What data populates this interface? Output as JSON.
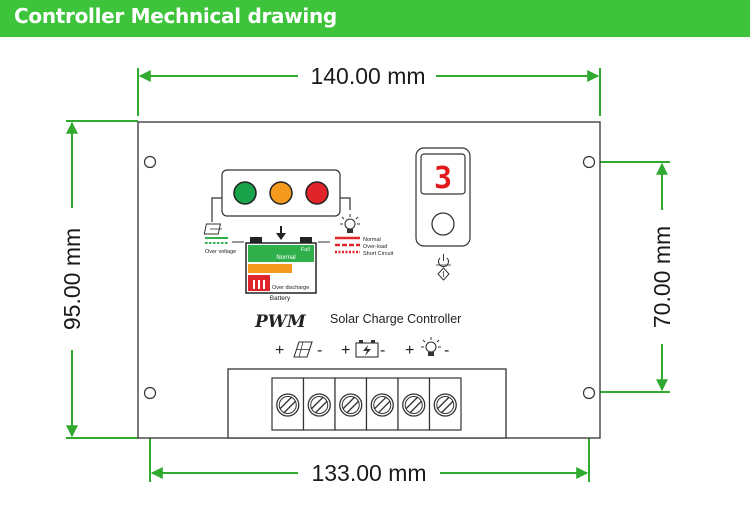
{
  "header": {
    "title": "Controller Mechnical drawing"
  },
  "dimensions": {
    "top_width": "140.00 mm",
    "bottom_width": "133.00 mm",
    "left_height": "95.00 mm",
    "right_height": "70.00 mm"
  },
  "panel": {
    "display_digit": "3",
    "brand": "PWM",
    "product_name": "Solar Charge Controller",
    "battery_label": "Battery",
    "battery_full": "Full",
    "battery_normal": "Normal",
    "battery_over_discharge": "Over discharge",
    "over_voltage": "Over voltage",
    "load_normal": "Normal",
    "load_overload": "Over-load",
    "load_short": "Short Circuit",
    "plus": "+",
    "minus": "-",
    "terminal_count": 6
  },
  "colors": {
    "banner": "#3ec43b",
    "dimension_line": "#2faa2f",
    "led_green": "#1aa34a",
    "led_orange": "#f39a1e",
    "led_red": "#e0242a",
    "display_red": "#e21a1a",
    "battery_green": "#2fb04a",
    "battery_orange": "#f39a1e",
    "battery_red": "#e0242a"
  },
  "icons": [
    "solar-panel-icon",
    "battery-icon",
    "bulb-icon",
    "power-icon",
    "screw-terminal-icon",
    "arrow-down-icon"
  ]
}
